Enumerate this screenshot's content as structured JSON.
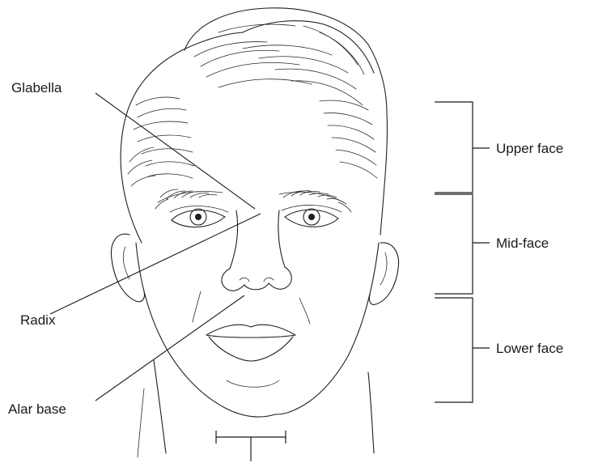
{
  "labels": {
    "glabella": "Glabella",
    "radix": "Radix",
    "alar_base": "Alar base",
    "upper_face": "Upper face",
    "mid_face": "Mid-face",
    "lower_face": "Lower face"
  },
  "colors": {
    "ink": "#1f1f1f",
    "background": "#ffffff"
  }
}
